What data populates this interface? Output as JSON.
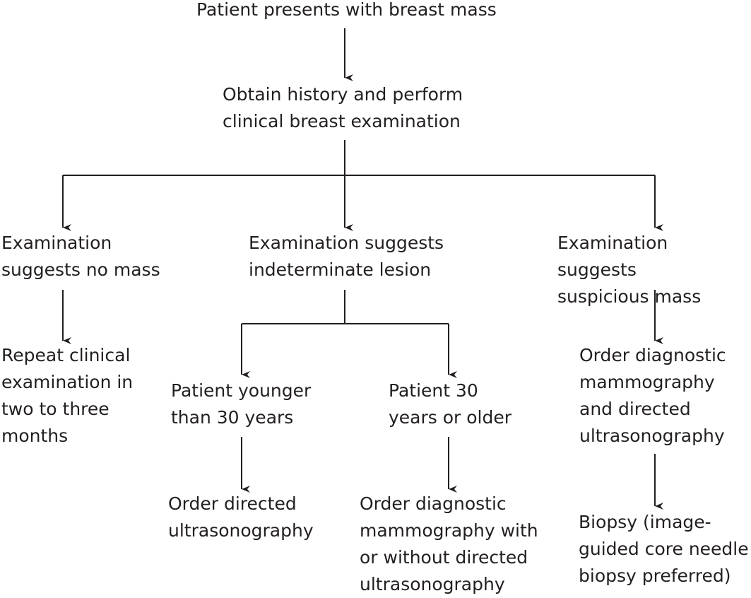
{
  "nodes": {
    "start": "Patient presents with breast mass",
    "history": "Obtain history and perform\nclinical breast examination",
    "no_mass": "Examination\nsuggests no mass",
    "indeterminate": "Examination suggests\nindeterminate lesion",
    "suspicious": "Examination suggests\nsuspicious mass",
    "repeat_exam": "Repeat clinical\nexamination in\ntwo to three\nmonths",
    "younger_30": "Patient younger\nthan 30 years",
    "older_30": "Patient 30\nyears or older",
    "order_diag_mammo_us": "Order diagnostic\nmammography\nand directed\nultrasonography",
    "order_directed_us": "Order directed\nultrasonography",
    "order_mammo_with_without_us": "Order diagnostic\nmammography with\nor without directed\nultrasonography",
    "biopsy": "Biopsy (image-\nguided core needle\nbiopsy preferred)"
  },
  "colors": {
    "text": "#231f20",
    "line": "#231f20",
    "background": "#ffffff"
  }
}
